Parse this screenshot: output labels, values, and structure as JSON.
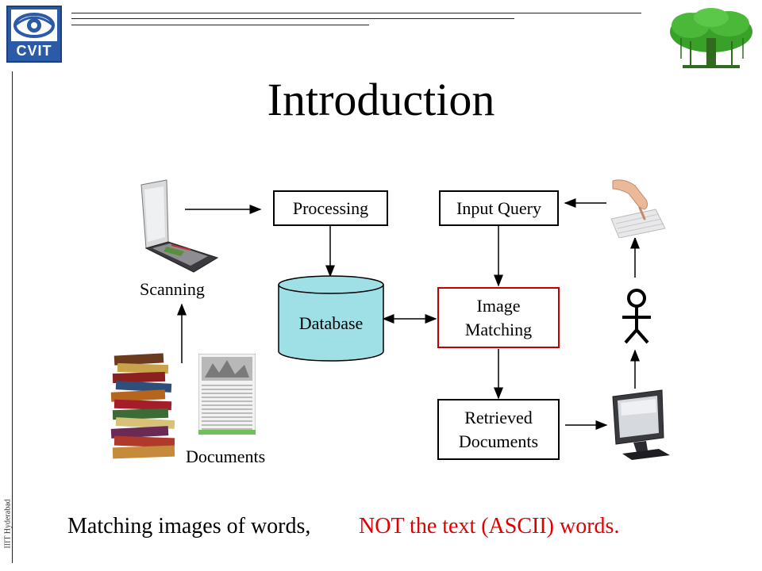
{
  "slide": {
    "title": "Introduction",
    "logo_text": "CVIT",
    "side_text": "IIIT Hyderabad"
  },
  "diagram": {
    "processing": "Processing",
    "database": "Database",
    "input_query": "Input Query",
    "image_matching": "Image Matching",
    "retrieved_documents": "Retrieved Documents",
    "scanning": "Scanning",
    "documents": "Documents"
  },
  "footer": {
    "text_black": "Matching images of words,",
    "text_red": "NOT the text (ASCII) words."
  },
  "colors": {
    "database_fill": "#9fe0e6",
    "image_matching_border": "#c00000",
    "highlight_text": "#e00000",
    "logo_blue": "#2b5aa6"
  }
}
